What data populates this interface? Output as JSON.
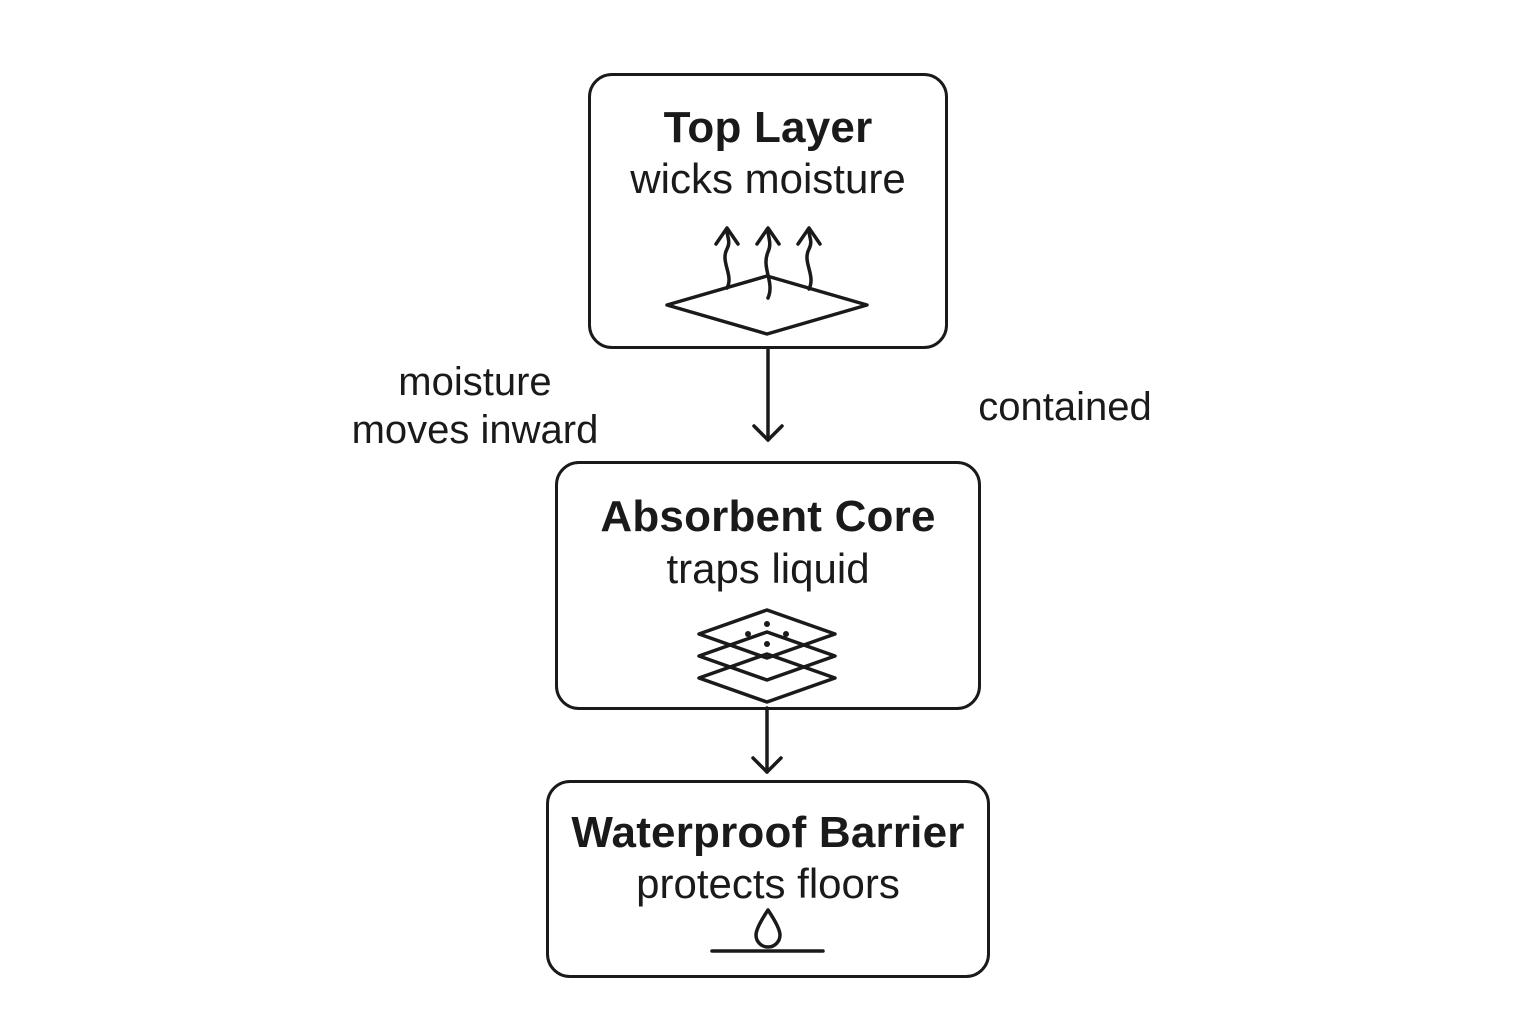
{
  "diagram": {
    "nodes": [
      {
        "id": "top-layer",
        "title": "Top Layer",
        "subtitle": "wicks moisture",
        "icon": "wicking-fabric-icon"
      },
      {
        "id": "absorbent-core",
        "title": "Absorbent Core",
        "subtitle": "traps liquid",
        "icon": "stacked-layers-icon"
      },
      {
        "id": "waterproof-barrier",
        "title": "Waterproof Barrier",
        "subtitle": "protects floors",
        "icon": "water-drop-on-floor-icon"
      }
    ],
    "edges": [
      {
        "from": "top-layer",
        "to": "absorbent-core"
      },
      {
        "from": "absorbent-core",
        "to": "waterproof-barrier"
      }
    ],
    "labels": {
      "inward_line1": "moisture",
      "inward_line2": "moves inward",
      "contained": "contained"
    },
    "colors": {
      "stroke": "#1a1a1a",
      "background": "#ffffff"
    }
  }
}
